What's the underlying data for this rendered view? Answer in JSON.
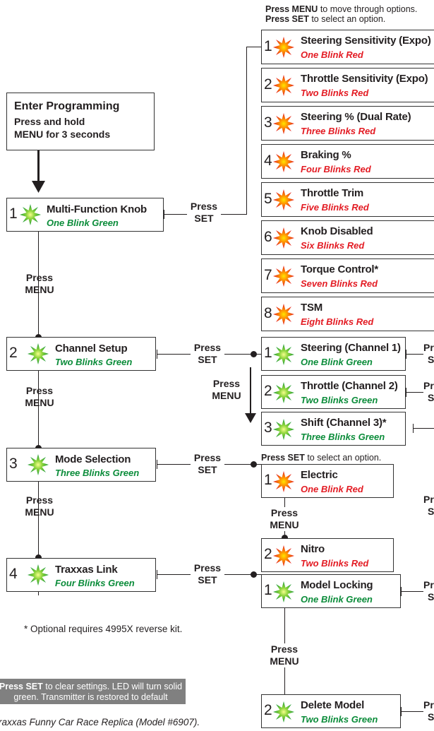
{
  "header": {
    "line1_bold": "Press MENU",
    "line1_rest": " to move through options.",
    "line2_bold": "Press SET",
    "line2_rest": " to select an option."
  },
  "enter_box": {
    "title": "Enter Programming",
    "line2": "Press and hold",
    "line3": "MENU for 3 seconds"
  },
  "main_steps": [
    {
      "num": "1",
      "title": "Multi-Function Knob",
      "sub": "One Blink Green"
    },
    {
      "num": "2",
      "title": "Channel Setup",
      "sub": "Two Blinks Green"
    },
    {
      "num": "3",
      "title": "Mode Selection",
      "sub": "Three Blinks Green"
    },
    {
      "num": "4",
      "title": "Traxxas Link",
      "sub": "Four Blinks Green"
    }
  ],
  "knob_options": [
    {
      "num": "1",
      "title": "Steering Sensitivity (Expo)",
      "sub": "One Blink Red"
    },
    {
      "num": "2",
      "title": "Throttle Sensitivity (Expo)",
      "sub": "Two Blinks Red"
    },
    {
      "num": "3",
      "title": "Steering % (Dual Rate)",
      "sub": "Three Blinks Red"
    },
    {
      "num": "4",
      "title": "Braking %",
      "sub": "Four Blinks Red"
    },
    {
      "num": "5",
      "title": "Throttle Trim",
      "sub": "Five Blinks Red"
    },
    {
      "num": "6",
      "title": "Knob Disabled",
      "sub": "Six Blinks Red"
    },
    {
      "num": "7",
      "title": "Torque Control*",
      "sub": "Seven Blinks Red"
    },
    {
      "num": "8",
      "title": "TSM",
      "sub": "Eight Blinks Red"
    }
  ],
  "channel_options": [
    {
      "num": "1",
      "title": "Steering (Channel 1)",
      "sub": "One Blink Green"
    },
    {
      "num": "2",
      "title": "Throttle (Channel 2)",
      "sub": "Two Blinks Green"
    },
    {
      "num": "3",
      "title": "Shift (Channel 3)*",
      "sub": "Three Blinks Green"
    }
  ],
  "mode_header": {
    "bold": "Press SET",
    "rest": " to select an option."
  },
  "mode_options": [
    {
      "num": "1",
      "title": "Electric",
      "sub": "One Blink Red"
    },
    {
      "num": "2",
      "title": "Nitro",
      "sub": "Two Blinks Red"
    }
  ],
  "link_options": [
    {
      "num": "1",
      "title": "Model Locking",
      "sub": "One Blink Green"
    },
    {
      "num": "2",
      "title": "Delete Model",
      "sub": "Two Blinks Green"
    }
  ],
  "labels": {
    "press": "Press",
    "set": "SET",
    "menu": "MENU"
  },
  "footnote": "* Optional requires 4995X reverse kit.",
  "gray_note": {
    "bold": "Press SET",
    "rest": " to clear settings. LED will turn solid",
    "line2": "green. Transmitter is restored to default"
  },
  "caption": "raxxas Funny Car Race Replica (Model #6907).",
  "colors": {
    "led_red": "#e31b23",
    "led_green": "#3cb54a",
    "text_red": "#e31b23",
    "text_green": "#0b8c3a"
  }
}
